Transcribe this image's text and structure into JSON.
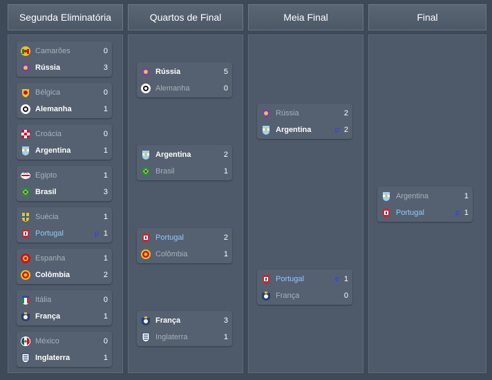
{
  "rounds": [
    {
      "title": "Segunda Eliminatória",
      "matches": [
        {
          "teams": [
            {
              "name": "Camarões",
              "score": "0",
              "note": "",
              "flag": "cameroon-flag-icon",
              "status": "loser"
            },
            {
              "name": "Rússia",
              "score": "3",
              "note": "",
              "flag": "russia-crest-icon",
              "status": "winner"
            }
          ]
        },
        {
          "teams": [
            {
              "name": "Bélgica",
              "score": "0",
              "note": "",
              "flag": "belgium-crest-icon",
              "status": "loser"
            },
            {
              "name": "Alemanha",
              "score": "1",
              "note": "",
              "flag": "germany-crest-icon",
              "status": "winner"
            }
          ]
        },
        {
          "teams": [
            {
              "name": "Croácia",
              "score": "0",
              "note": "",
              "flag": "croatia-crest-icon",
              "status": "loser"
            },
            {
              "name": "Argentina",
              "score": "1",
              "note": "",
              "flag": "argentina-crest-icon",
              "status": "winner"
            }
          ]
        },
        {
          "teams": [
            {
              "name": "Egipto",
              "score": "1",
              "note": "",
              "flag": "egypt-crest-icon",
              "status": "loser"
            },
            {
              "name": "Brasil",
              "score": "3",
              "note": "",
              "flag": "brazil-crest-icon",
              "status": "winner"
            }
          ]
        },
        {
          "teams": [
            {
              "name": "Suécia",
              "score": "1",
              "note": "",
              "flag": "sweden-crest-icon",
              "status": "loser"
            },
            {
              "name": "Portugal",
              "score": "1",
              "note": "p",
              "flag": "portugal-crest-icon",
              "status": "highlight"
            }
          ]
        },
        {
          "teams": [
            {
              "name": "Espanha",
              "score": "1",
              "note": "",
              "flag": "spain-crest-icon",
              "status": "loser"
            },
            {
              "name": "Colômbia",
              "score": "2",
              "note": "",
              "flag": "colombia-crest-icon",
              "status": "winner"
            }
          ]
        },
        {
          "teams": [
            {
              "name": "Itália",
              "score": "0",
              "note": "",
              "flag": "italy-crest-icon",
              "status": "loser"
            },
            {
              "name": "França",
              "score": "1",
              "note": "",
              "flag": "france-crest-icon",
              "status": "winner"
            }
          ]
        },
        {
          "teams": [
            {
              "name": "México",
              "score": "0",
              "note": "",
              "flag": "mexico-crest-icon",
              "status": "loser"
            },
            {
              "name": "Inglaterra",
              "score": "1",
              "note": "",
              "flag": "england-crest-icon",
              "status": "winner"
            }
          ]
        }
      ]
    },
    {
      "title": "Quartos de Final",
      "matches": [
        {
          "teams": [
            {
              "name": "Rússia",
              "score": "5",
              "note": "",
              "flag": "russia-crest-icon",
              "status": "winner"
            },
            {
              "name": "Alemanha",
              "score": "0",
              "note": "",
              "flag": "germany-crest-icon",
              "status": "loser"
            }
          ]
        },
        {
          "teams": [
            {
              "name": "Argentina",
              "score": "2",
              "note": "",
              "flag": "argentina-crest-icon",
              "status": "winner"
            },
            {
              "name": "Brasil",
              "score": "1",
              "note": "",
              "flag": "brazil-crest-icon",
              "status": "loser"
            }
          ]
        },
        {
          "teams": [
            {
              "name": "Portugal",
              "score": "2",
              "note": "",
              "flag": "portugal-crest-icon",
              "status": "highlight"
            },
            {
              "name": "Colômbia",
              "score": "1",
              "note": "",
              "flag": "colombia-crest-icon",
              "status": "loser"
            }
          ]
        },
        {
          "teams": [
            {
              "name": "França",
              "score": "3",
              "note": "",
              "flag": "france-crest-icon",
              "status": "winner"
            },
            {
              "name": "Inglaterra",
              "score": "1",
              "note": "",
              "flag": "england-crest-icon",
              "status": "loser"
            }
          ]
        }
      ]
    },
    {
      "title": "Meia Final",
      "matches": [
        {
          "teams": [
            {
              "name": "Rússia",
              "score": "2",
              "note": "",
              "flag": "russia-crest-icon",
              "status": "loser"
            },
            {
              "name": "Argentina",
              "score": "2",
              "note": "p",
              "flag": "argentina-crest-icon",
              "status": "winner"
            }
          ]
        },
        {
          "teams": [
            {
              "name": "Portugal",
              "score": "1",
              "note": "e",
              "flag": "portugal-crest-icon",
              "status": "highlight"
            },
            {
              "name": "França",
              "score": "0",
              "note": "",
              "flag": "france-crest-icon",
              "status": "loser"
            }
          ]
        }
      ]
    },
    {
      "title": "Final",
      "matches": [
        {
          "teams": [
            {
              "name": "Argentina",
              "score": "1",
              "note": "",
              "flag": "argentina-crest-icon",
              "status": "loser"
            },
            {
              "name": "Portugal",
              "score": "1",
              "note": "p",
              "flag": "portugal-crest-icon",
              "status": "highlight"
            }
          ]
        }
      ]
    }
  ],
  "colors": {
    "background": "#3f4a58",
    "winner_text": "#ffffff",
    "loser_text": "#a9b1bb",
    "highlight_team": "#8ec9ff",
    "note_text": "#2f3cff"
  }
}
